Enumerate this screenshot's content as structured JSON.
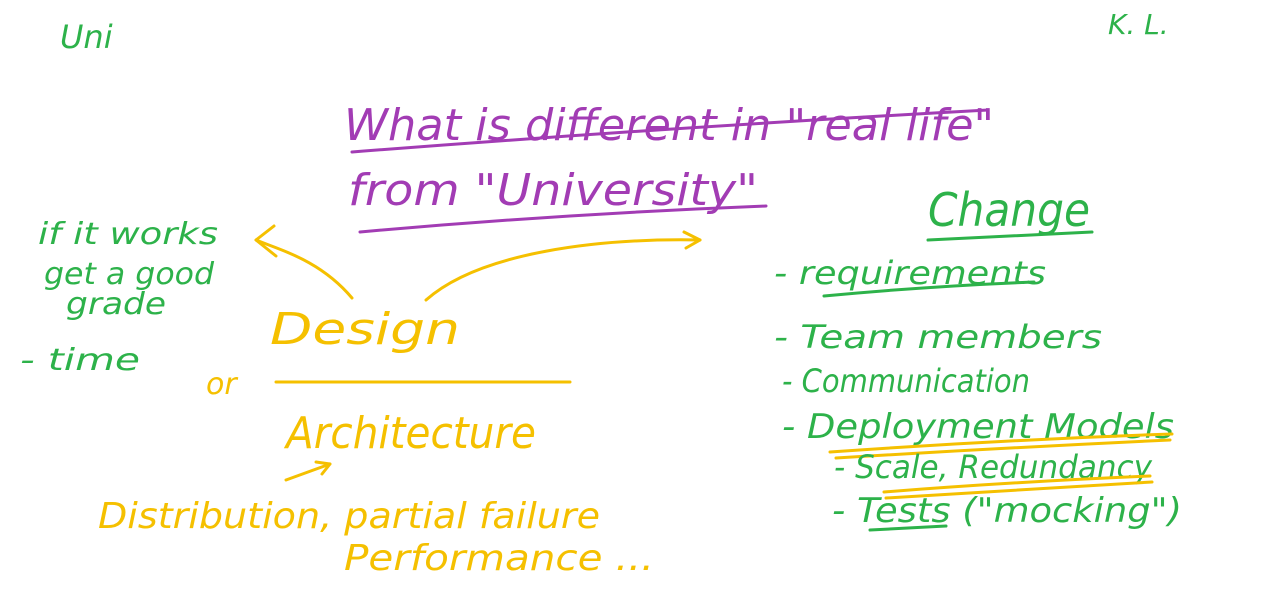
{
  "colors": {
    "background": "#ffffff",
    "green": "#2db24a",
    "purple": "#a23cb4",
    "yellow": "#f5c000"
  },
  "corner": {
    "left": "Uni",
    "right": "K. L."
  },
  "heading": {
    "line1": "What is different in \"real life\"",
    "line2": "from \"University\""
  },
  "university_notes": {
    "line1": "if it works",
    "line2": "get a good",
    "line3": "grade",
    "line4": "- time"
  },
  "center": {
    "design": "Design",
    "or": "or",
    "architecture": "Architecture",
    "distribution": "Distribution, partial failure",
    "performance": "Performance ..."
  },
  "change": {
    "title": "Change",
    "items": [
      "- requirements",
      "- Team members",
      "- Communication",
      "- Deployment Models",
      "- Scale, Redundancy",
      "- Tests (\"mocking\")"
    ]
  }
}
